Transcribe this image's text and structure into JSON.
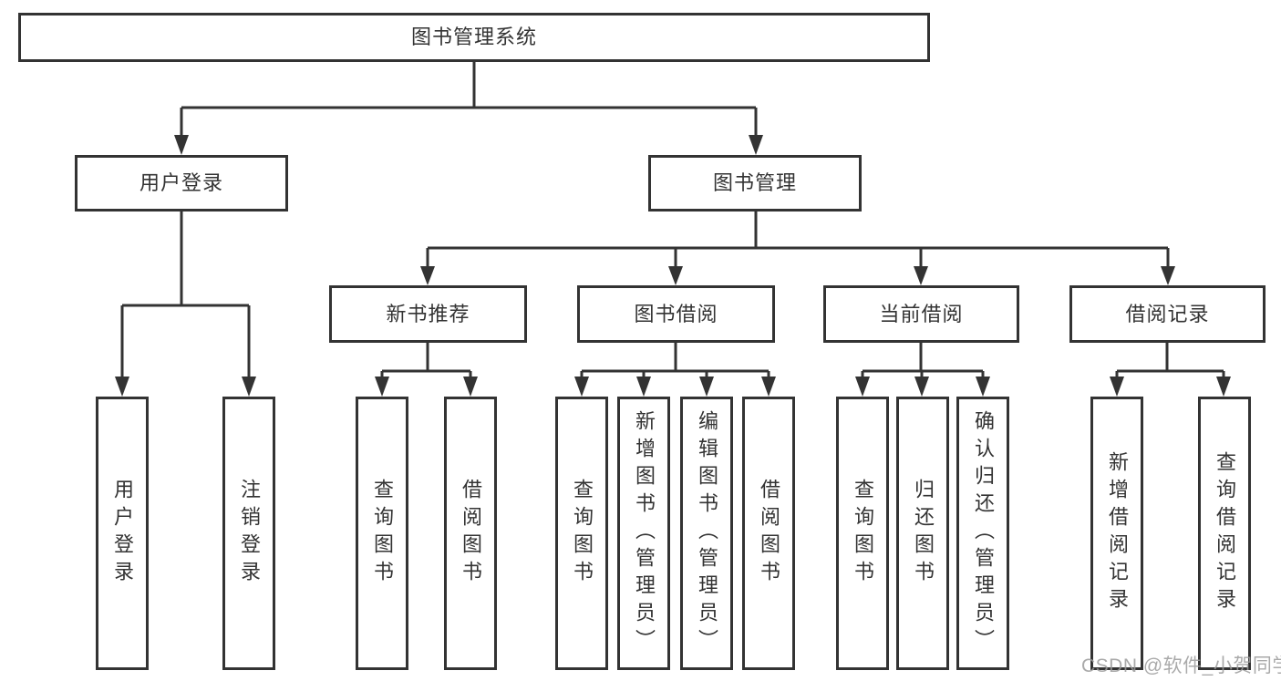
{
  "colors": {
    "line": "#333333",
    "text": "#333333",
    "background": "#ffffff",
    "watermark": "#9c9c9c"
  },
  "watermark": "CSDN @软件_小贺同学",
  "tree": {
    "root": "图书管理系统",
    "children": [
      {
        "label": "用户登录",
        "children": [
          "用户登录",
          "注销登录"
        ]
      },
      {
        "label": "图书管理",
        "children": [
          {
            "label": "新书推荐",
            "children": [
              "查询图书",
              "借阅图书"
            ]
          },
          {
            "label": "图书借阅",
            "children": [
              "查询图书",
              "新增图书（管理员）",
              "编辑图书（管理员）",
              "借阅图书"
            ]
          },
          {
            "label": "当前借阅",
            "children": [
              "查询图书",
              "归还图书",
              "确认归还（管理员）"
            ]
          },
          {
            "label": "借阅记录",
            "children": [
              "新增借阅记录",
              "查询借阅记录"
            ]
          }
        ]
      }
    ]
  }
}
